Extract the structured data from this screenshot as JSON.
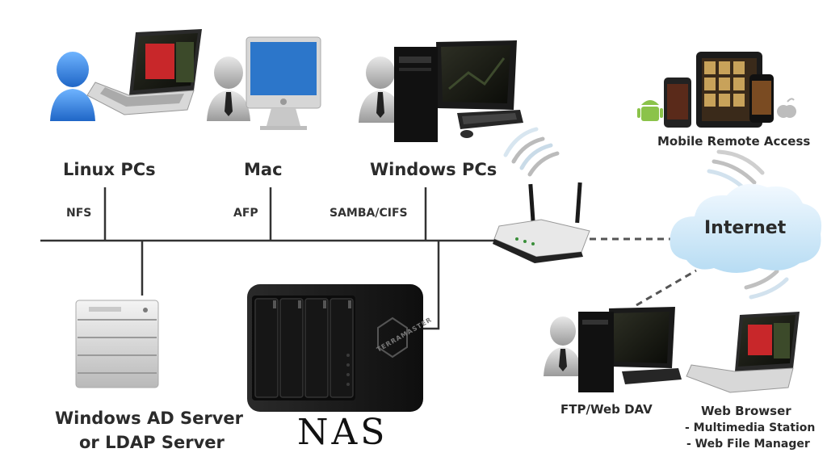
{
  "labels": {
    "linux": "Linux PCs",
    "mac": "Mac",
    "windows": "Windows PCs",
    "mobile": "Mobile Remote Access",
    "nfs": "NFS",
    "afp": "AFP",
    "samba": "SAMBA/CIFS",
    "internet": "Internet",
    "ad_line1": "Windows AD Server",
    "ad_line2": "or LDAP Server",
    "nas": "NAS",
    "ftp": "FTP/Web DAV",
    "browser": "Web Browser",
    "browser_sub1": "- Multimedia Station",
    "browser_sub2": "- Web File Manager"
  },
  "nas_badge": "TERRAMASTER",
  "colors": {
    "line": "#333333",
    "user_blue": "#2a78d8",
    "user_grey": "#9a9a9a",
    "cloud": "#cde7f7",
    "nas_body": "#1c1c1c",
    "screen_red": "#c8272a"
  },
  "icons": {
    "android": "android-icon",
    "apple": "apple-icon"
  }
}
